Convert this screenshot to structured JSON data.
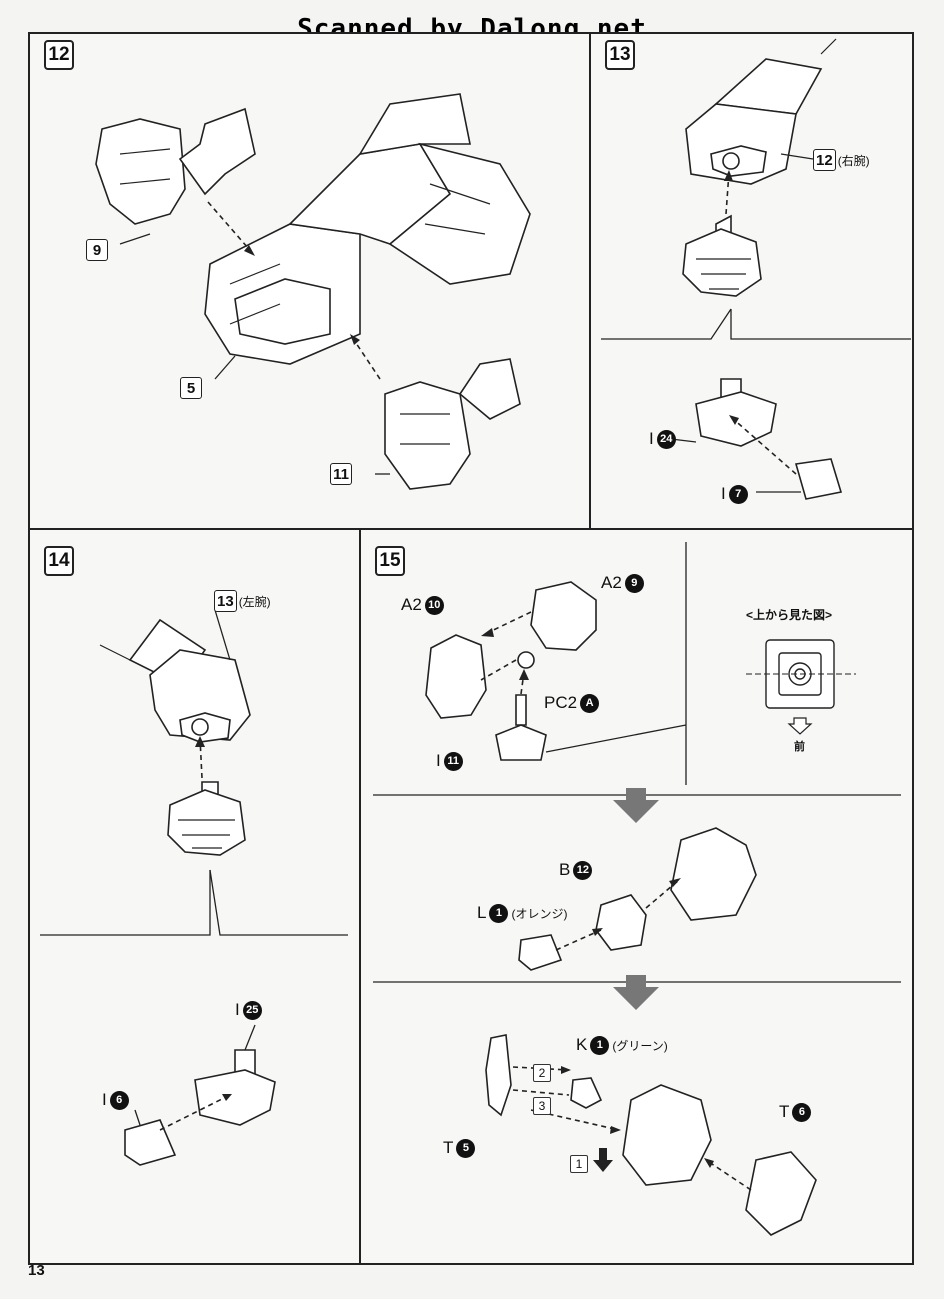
{
  "header": {
    "scan_credit": "Scanned by Dalong.net"
  },
  "page": {
    "number": "13"
  },
  "steps": {
    "s12": {
      "label": "12",
      "parts": [
        "9",
        "5",
        "11"
      ]
    },
    "s13": {
      "label": "13",
      "ref_num": "12",
      "ref_note": "(右腕)",
      "parts": [
        {
          "letter": "I",
          "num": "24"
        },
        {
          "letter": "I",
          "num": "7"
        }
      ]
    },
    "s14": {
      "label": "14",
      "ref_num": "13",
      "ref_note": "(左腕)",
      "parts": [
        {
          "letter": "I",
          "num": "25"
        },
        {
          "letter": "I",
          "num": "6"
        }
      ]
    },
    "s15": {
      "label": "15",
      "parts_top": [
        {
          "letter": "A2",
          "num": "10"
        },
        {
          "letter": "A2",
          "num": "9"
        },
        {
          "letter": "PC2",
          "num": "A"
        },
        {
          "letter": "I",
          "num": "11"
        }
      ],
      "view_title": "<上から見た図>",
      "view_front": "前",
      "parts_mid": [
        {
          "letter": "B",
          "num": "12"
        },
        {
          "letter": "L",
          "num": "1",
          "note": "(オレンジ)"
        }
      ],
      "parts_bot": [
        {
          "letter": "K",
          "num": "1",
          "note": "(グリーン)"
        },
        {
          "letter": "T",
          "num": "5"
        },
        {
          "letter": "T",
          "num": "6"
        }
      ],
      "order": [
        "1",
        "2",
        "3"
      ]
    }
  }
}
